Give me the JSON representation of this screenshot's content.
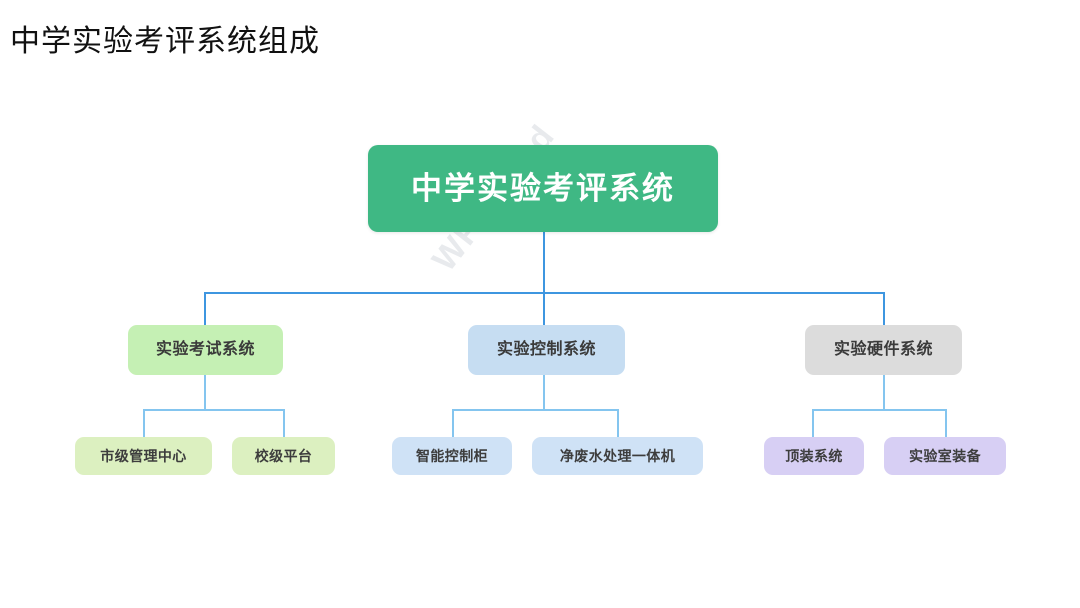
{
  "page": {
    "title": "中学实验考评系统组成",
    "background": "#ffffff"
  },
  "watermark": {
    "text": "WPS Mind"
  },
  "colors": {
    "root_fill": "#3fb884",
    "root_text": "#ffffff",
    "branch_green": "#c5f0b4",
    "branch_blue": "#c6ddf2",
    "branch_grey": "#dcdcdc",
    "leaf_green": "#dcf0c0",
    "leaf_blue": "#cfe2f6",
    "leaf_purple": "#d7cff4",
    "connector_primary": "#3e96e0",
    "connector_secondary": "#84c5ef",
    "node_text": "#3a3a3a"
  },
  "chart_data": {
    "type": "diagram",
    "subtype": "org-tree",
    "title": "中学实验考评系统组成",
    "root": {
      "label": "中学实验考评系统",
      "color": "#3fb884",
      "children": [
        {
          "label": "实验考试系统",
          "color": "#c5f0b4",
          "children": [
            {
              "label": "市级管理中心",
              "color": "#dcf0c0"
            },
            {
              "label": "校级平台",
              "color": "#dcf0c0"
            }
          ]
        },
        {
          "label": "实验控制系统",
          "color": "#c6ddf2",
          "children": [
            {
              "label": "智能控制柜",
              "color": "#cfe2f6"
            },
            {
              "label": "净废水处理一体机",
              "color": "#cfe2f6"
            }
          ]
        },
        {
          "label": "实验硬件系统",
          "color": "#dcdcdc",
          "children": [
            {
              "label": "顶装系统",
              "color": "#d7cff4"
            },
            {
              "label": "实验室装备",
              "color": "#d7cff4"
            }
          ]
        }
      ]
    }
  },
  "diagram": {
    "root": {
      "label": "中学实验考评系统"
    },
    "branches": [
      {
        "label": "实验考试系统"
      },
      {
        "label": "实验控制系统"
      },
      {
        "label": "实验硬件系统"
      }
    ],
    "leaves": [
      {
        "label": "市级管理中心"
      },
      {
        "label": "校级平台"
      },
      {
        "label": "智能控制柜"
      },
      {
        "label": "净废水处理一体机"
      },
      {
        "label": "顶装系统"
      },
      {
        "label": "实验室装备"
      }
    ]
  }
}
